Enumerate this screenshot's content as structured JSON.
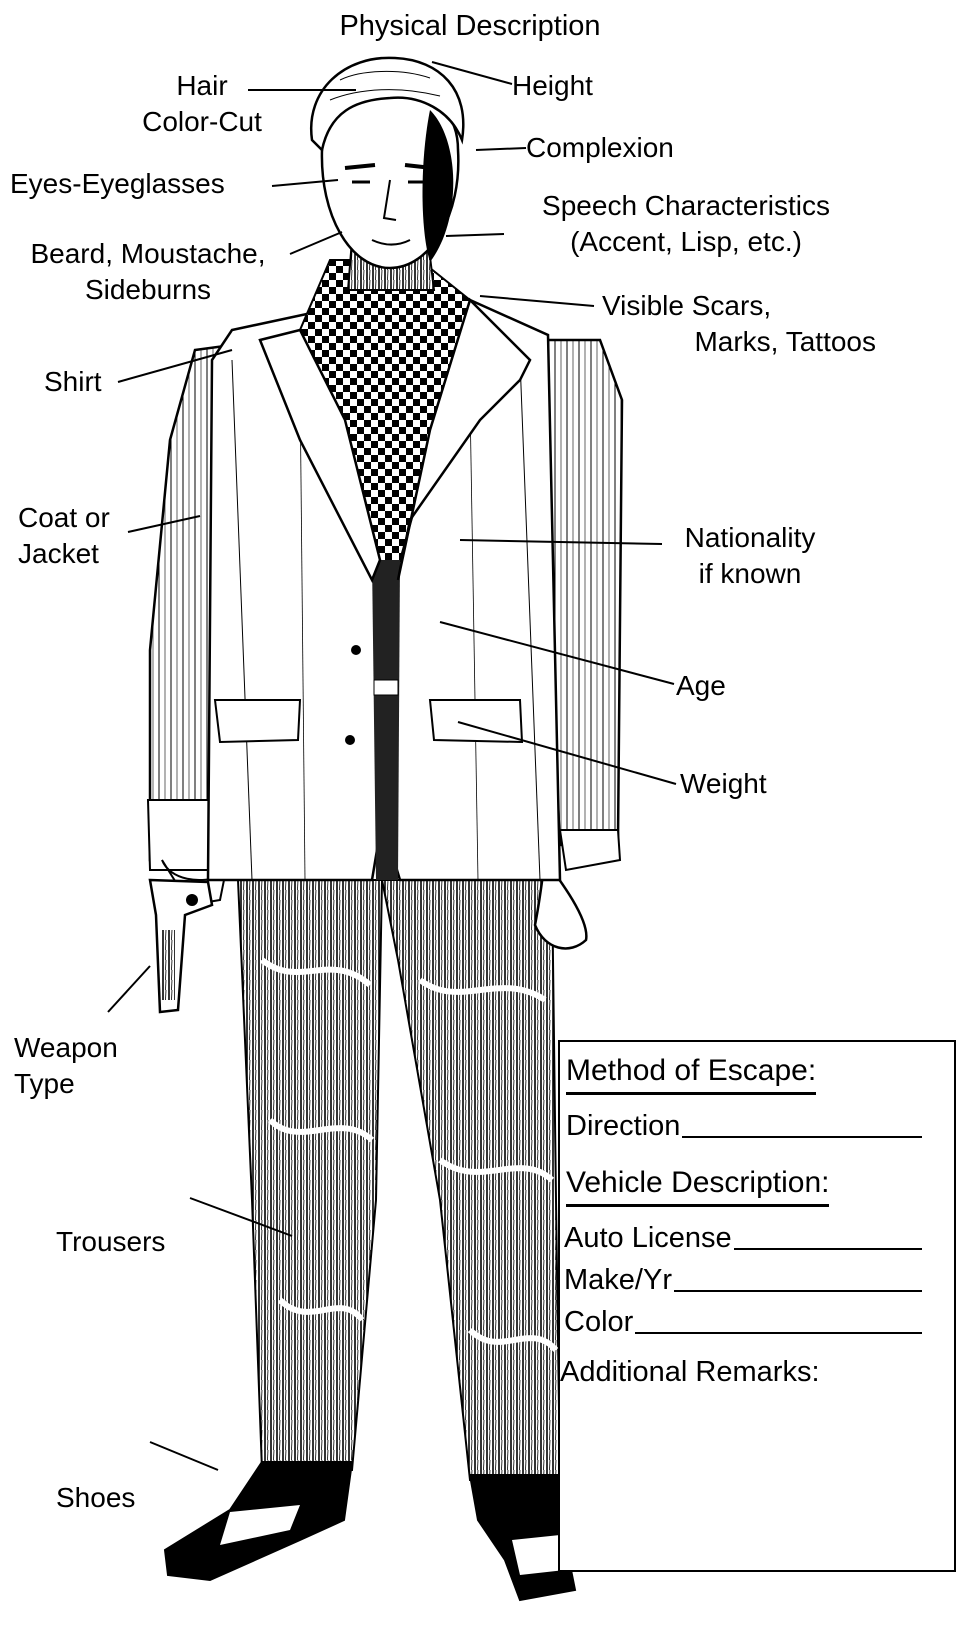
{
  "title": "Physical Description",
  "labels": {
    "hair_line1": "Hair",
    "hair_line2": "Color-Cut",
    "height": "Height",
    "complexion": "Complexion",
    "eyes": "Eyes-Eyeglasses",
    "speech_line1": "Speech Characteristics",
    "speech_line2": "(Accent, Lisp, etc.)",
    "beard_line1": "Beard, Moustache,",
    "beard_line2": "Sideburns",
    "scars_line1": "Visible Scars,",
    "scars_line2": "Marks, Tattoos",
    "shirt": "Shirt",
    "coat_line1": "Coat or",
    "coat_line2": "Jacket",
    "nationality_line1": "Nationality",
    "nationality_line2": "if known",
    "age": "Age",
    "weight": "Weight",
    "weapon_line1": "Weapon",
    "weapon_line2": "Type",
    "trousers": "Trousers",
    "shoes": "Shoes"
  },
  "form": {
    "escape_heading": "Method of Escape:",
    "direction": "Direction",
    "vehicle_heading": "Vehicle Description:",
    "auto_license": "Auto License",
    "make_year": "Make/Yr",
    "color": "Color",
    "remarks": "Additional Remarks:"
  },
  "colors": {
    "ink": "#000000",
    "paper": "#ffffff"
  }
}
